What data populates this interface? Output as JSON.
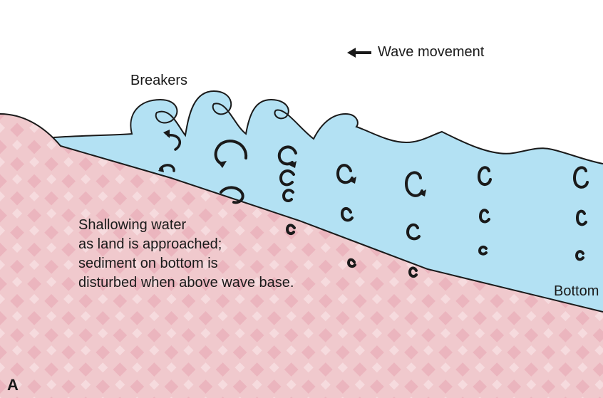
{
  "diagram": {
    "labels": {
      "wave_movement": "Wave movement",
      "breakers": "Breakers",
      "bottom": "Bottom",
      "panel": "A"
    },
    "caption_lines": [
      "Shallowing water",
      "as land is approached;",
      "sediment on bottom is",
      "disturbed when above wave base."
    ],
    "colors": {
      "water": "#b3e1f3",
      "land": "#f0c9cd",
      "land_pattern": "#e8a9b4",
      "outline": "#1a1a1a",
      "background": "#ffffff"
    },
    "icons": {
      "movement_arrow": "arrow-left-icon",
      "orbit": "circular-orbit-arrow-icon"
    }
  }
}
